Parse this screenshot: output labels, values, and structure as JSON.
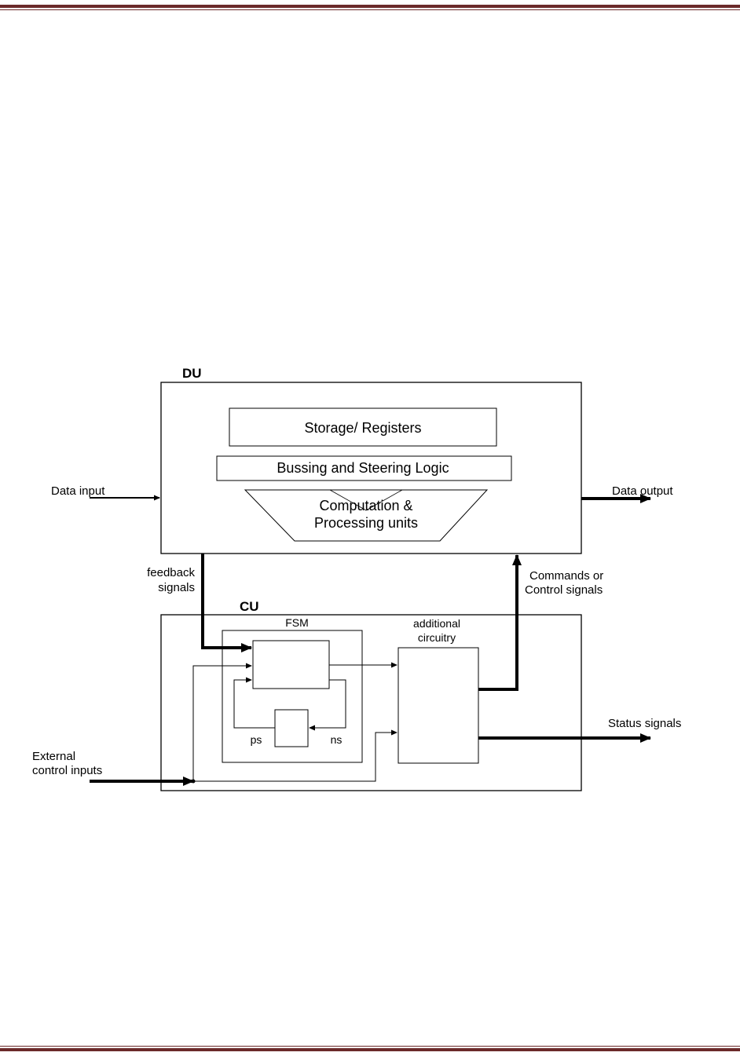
{
  "du": {
    "title": "DU",
    "storage": "Storage/ Registers",
    "bussing": "Bussing and Steering Logic",
    "computation_line1": "Computation &",
    "computation_line2": "Processing units"
  },
  "cu": {
    "title": "CU",
    "fsm": "FSM",
    "ps": "ps",
    "ns": "ns",
    "additional_line1": "additional",
    "additional_line2": "circuitry"
  },
  "signals": {
    "data_input": "Data input",
    "data_output": "Data output",
    "feedback_line1": "feedback",
    "feedback_line2": "signals",
    "commands_line1": "Commands or",
    "commands_line2": "Control signals",
    "status": "Status signals",
    "external_line1": "External",
    "external_line2": "control inputs"
  },
  "colors": {
    "rule": "#6b2a2a",
    "line": "#000000"
  }
}
